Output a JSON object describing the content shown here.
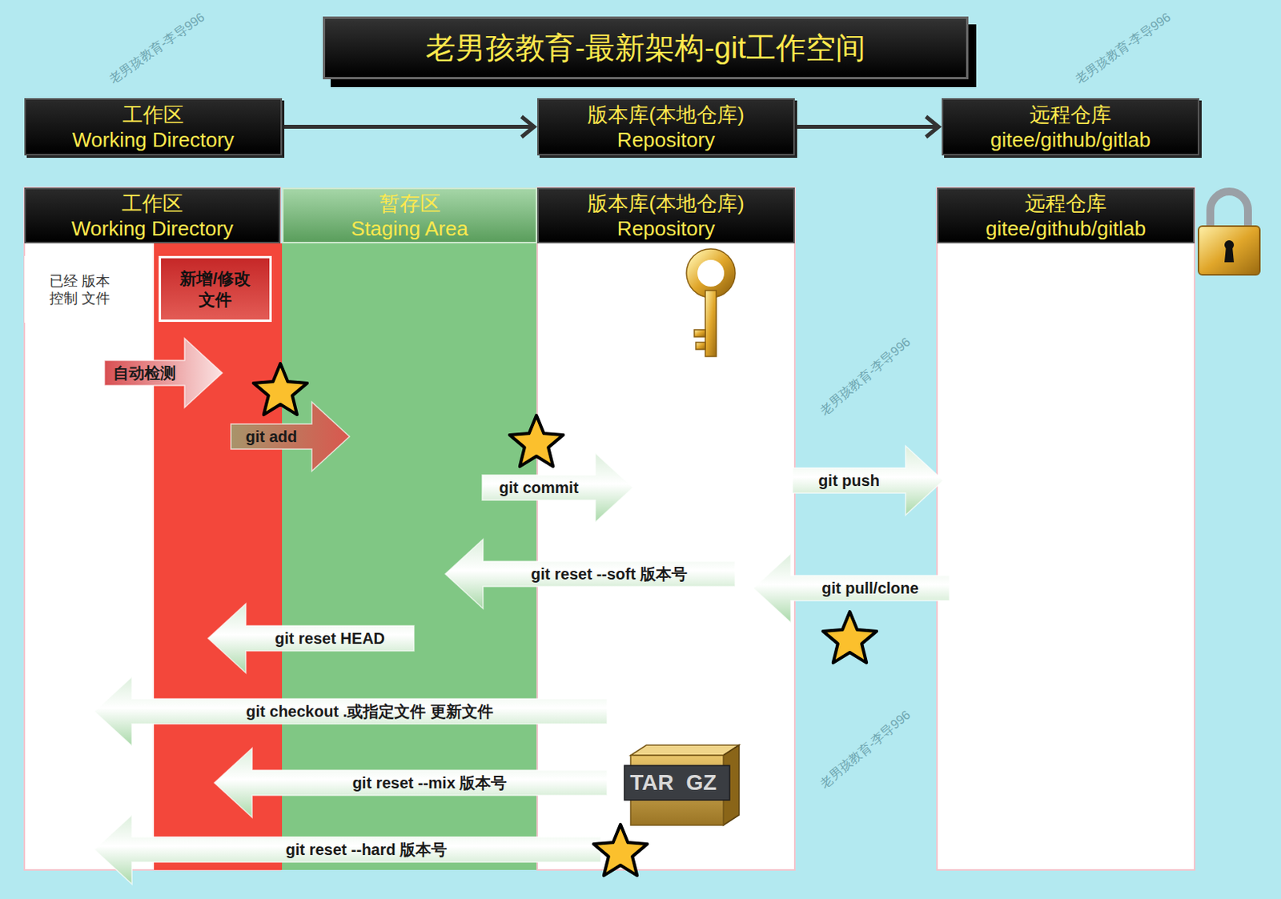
{
  "diagram": {
    "title": "老男孩教育-最新架构-git工作空间",
    "nodes": [
      {
        "text": [
          "工作区",
          "Working Directory"
        ]
      },
      {
        "text": [
          "版本库(本地仓库)",
          "Repository"
        ]
      },
      {
        "text": [
          "远程仓库",
          "gitee/github/gitlab"
        ]
      },
      {
        "text": [
          "工作区",
          "Working Directory"
        ]
      },
      {
        "text": [
          "暂存区",
          "Staging Area"
        ]
      },
      {
        "text": [
          "版本库(本地仓库)",
          "Repository"
        ]
      },
      {
        "text": [
          "远程仓库",
          "gitee/github/gitlab"
        ]
      },
      {
        "text": [
          "已经 版本控制 文件"
        ],
        "in": 3
      },
      {
        "text": [
          "新增/修改 文件"
        ],
        "in": 3
      }
    ],
    "edges": [
      {
        "from": 0,
        "to": 1,
        "arrow": "to"
      },
      {
        "from": 1,
        "to": 2,
        "arrow": "to"
      },
      {
        "from": 7,
        "to": 8,
        "label": "自动检测",
        "arrow": "to"
      },
      {
        "from": 3,
        "to": 4,
        "label": "git add",
        "arrow": "to"
      },
      {
        "from": 4,
        "to": 5,
        "label": "git commit",
        "arrow": "to"
      },
      {
        "from": 5,
        "to": 6,
        "label": "git push",
        "arrow": "to"
      },
      {
        "from": 5,
        "to": 4,
        "label": "git reset --soft 版本号",
        "arrow": "to"
      },
      {
        "from": 6,
        "to": 5,
        "label": "git pull/clone",
        "arrow": "to"
      },
      {
        "from": 4,
        "to": 3,
        "label": "git reset HEAD",
        "arrow": "to"
      },
      {
        "from": 5,
        "to": 3,
        "label": "git checkout .或指定文件 更新文件",
        "arrow": "to"
      },
      {
        "from": 5,
        "to": 3,
        "label": "git reset --mix 版本号",
        "arrow": "to"
      },
      {
        "from": 5,
        "to": 3,
        "label": "git reset --hard 版本号",
        "arrow": "to"
      }
    ],
    "labels": [
      "TAR",
      "GZ",
      "老男孩教育-李导996",
      "老男孩教育-李导996",
      "老男孩教育-李导996",
      "老男孩教育-李导996"
    ]
  }
}
